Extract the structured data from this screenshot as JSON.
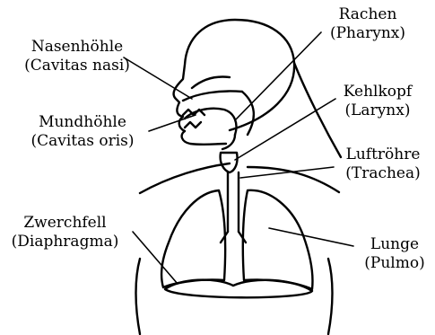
{
  "labels": {
    "nasal_cavity": {
      "line1": "Nasenhöhle",
      "line2": "(Cavitas nasi)"
    },
    "oral_cavity": {
      "line1": "Mundhöhle",
      "line2": "(Cavitas oris)"
    },
    "diaphragm": {
      "line1": "Zwerchfell",
      "line2": "(Diaphragma)"
    },
    "pharynx": {
      "line1": "Rachen",
      "line2": "(Pharynx)"
    },
    "larynx": {
      "line1": "Kehlkopf",
      "line2": "(Larynx)"
    },
    "trachea": {
      "line1": "Luftröhre",
      "line2": "(Trachea)"
    },
    "lung": {
      "line1": "Lunge",
      "line2": "(Pulmo)"
    }
  },
  "colors": {
    "stroke": "#000000",
    "background": "#ffffff"
  }
}
